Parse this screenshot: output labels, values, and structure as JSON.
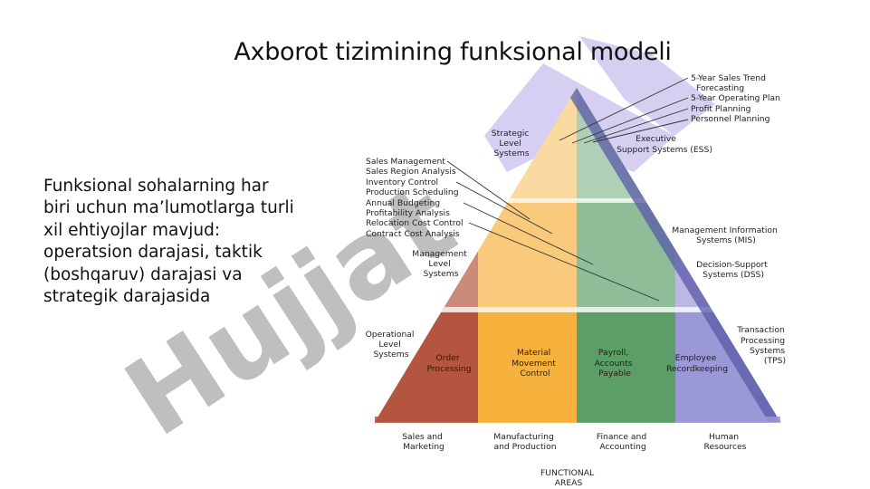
{
  "slide": {
    "title": "Axborot tizimining funksional modeli",
    "body_text": "Funksional sohalarning har biri uchun ma’lumotlarga turli xil ehtiyojlar mavjud: operatsion darajasi, taktik (boshqaruv) darajasi va strategik darajasida"
  },
  "watermark": {
    "text": "Hujjat",
    "colors": {
      "gray": "#b9b9b9",
      "lavender": "#cfc7f0"
    }
  },
  "diagram": {
    "colors": {
      "sales": "#b3553f",
      "manufacturing": "#f7b23d",
      "finance": "#5b9e68",
      "hr": "#9b98d6",
      "edge": "#5a5aa8",
      "leader": "#333333"
    },
    "levels": {
      "strategic": [
        "Strategic",
        "Level",
        "Systems"
      ],
      "management": [
        "Management",
        "Level",
        "Systems"
      ],
      "operational": [
        "Operational",
        "Level",
        "Systems"
      ]
    },
    "systems": {
      "ess": [
        "Executive",
        "Support Systems (ESS)"
      ],
      "mis": [
        "Management Information",
        "Systems (MIS)"
      ],
      "dss": [
        "Decision-Support",
        "Systems (DSS)"
      ],
      "tps": [
        "Transaction",
        "Processing",
        "Systems",
        "(TPS)"
      ]
    },
    "strategic_items": [
      "5-Year Sales Trend",
      "Forecasting",
      "5-Year Operating Plan",
      "Profit Planning",
      "Personnel Planning"
    ],
    "management_items": [
      "Sales Management",
      "Sales Region Analysis",
      "Inventory Control",
      "Production Scheduling",
      "Annual Budgeting",
      "Profitability Analysis",
      "Relocation Cost Control",
      "Contract Cost Analysis"
    ],
    "operational_cells": [
      [
        "Order",
        "Processing"
      ],
      [
        "Material",
        "Movement",
        "Control"
      ],
      [
        "Payroll,",
        "Accounts",
        "Payable"
      ],
      [
        "Employee",
        "Recordkeeping"
      ]
    ],
    "areas": [
      [
        "Sales and",
        "Marketing"
      ],
      [
        "Manufacturing",
        "and Production"
      ],
      [
        "Finance and",
        "Accounting"
      ],
      [
        "Human",
        "Resources"
      ]
    ],
    "functional_areas": [
      "FUNCTIONAL",
      "AREAS"
    ]
  }
}
